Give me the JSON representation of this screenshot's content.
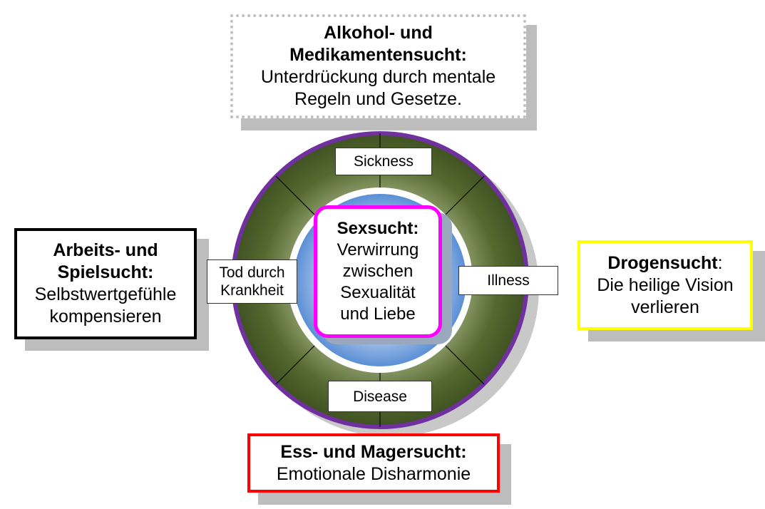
{
  "top_box": {
    "title1": "Alkohol- und",
    "title2": "Medikamentensucht:",
    "line1": "Unterdrückung durch mentale",
    "line2": "Regeln und Gesetze."
  },
  "left_box": {
    "title1": "Arbeits- und",
    "title2": "Spielsucht:",
    "line1": "Selbstwertgefühle",
    "line2": "kompensieren"
  },
  "right_box": {
    "title": "Drogensucht",
    "colon": ":",
    "line1": "Die heilige Vision",
    "line2": "verlieren"
  },
  "bottom_box": {
    "title": "Ess- und Magersucht:",
    "line1": "Emotionale Disharmonie"
  },
  "center_box": {
    "title": "Sexsucht:",
    "line1": "Verwirrung",
    "line2": "zwischen",
    "line3": "Sexualität",
    "line4": "und Liebe"
  },
  "ring_labels": {
    "top": "Sickness",
    "right": "Illness",
    "bottom": "Disease",
    "left1": "Tod durch",
    "left2": "Krankheit"
  },
  "colors": {
    "ring": "#4e6128",
    "ring_border": "#7030a0",
    "center_border": "#ff00ff",
    "left_border": "#000000",
    "right_border": "#ffff00",
    "bottom_border": "#ff0000",
    "top_border": "#c0c0c0",
    "blue": "#5b8fd6"
  }
}
